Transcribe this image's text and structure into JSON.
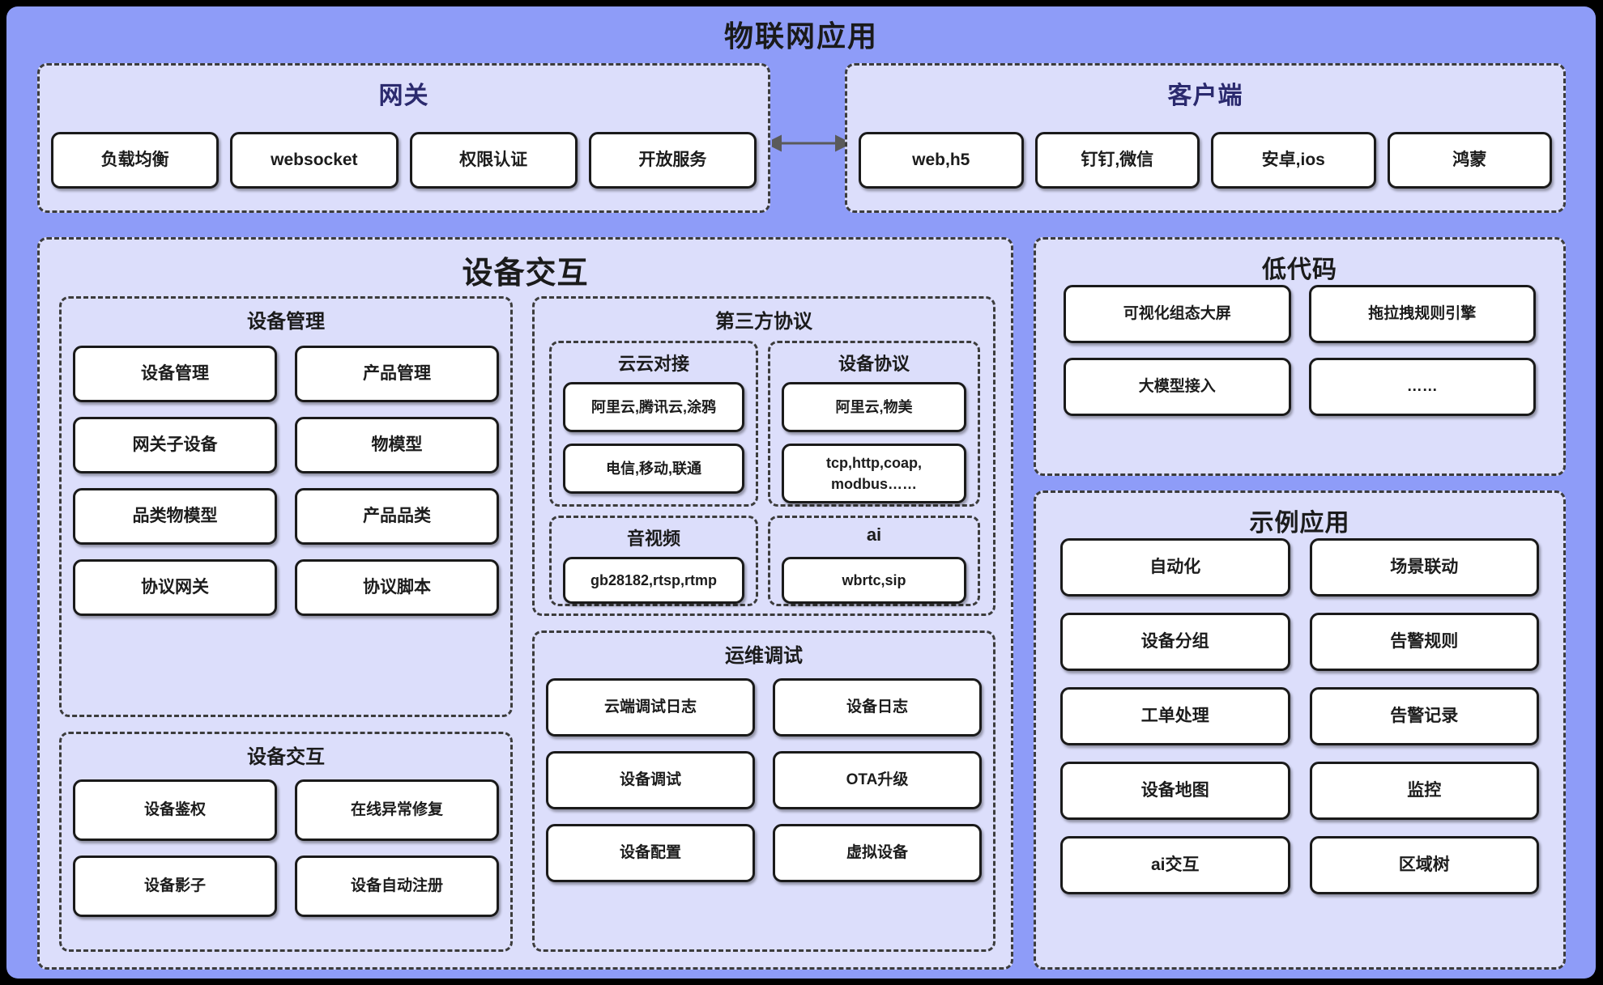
{
  "diagram": {
    "title": "物联网应用"
  },
  "gateway": {
    "title": "网关",
    "items": [
      "负载均衡",
      "websocket",
      "权限认证",
      "开放服务"
    ]
  },
  "client": {
    "title": "客户端",
    "items": [
      "web,h5",
      "钉钉,微信",
      "安卓,ios",
      "鸿蒙"
    ]
  },
  "connector": {
    "icon": "double-arrow-icon",
    "color": "#5a5a5a"
  },
  "device_interaction": {
    "title": "设备交互",
    "device_management": {
      "title": "设备管理",
      "items": [
        "设备管理",
        "产品管理",
        "网关子设备",
        "物模型",
        "品类物模型",
        "产品品类",
        "协议网关",
        "协议脚本"
      ]
    },
    "device_interact_sub": {
      "title": "设备交互",
      "items": [
        "设备鉴权",
        "在线异常修复",
        "设备影子",
        "设备自动注册"
      ]
    },
    "third_party": {
      "title": "第三方协议",
      "cloud_to_cloud": {
        "title": "云云对接",
        "items": [
          "阿里云,腾讯云,涂鸦",
          "电信,移动,联通"
        ]
      },
      "device_protocol": {
        "title": "设备协议",
        "items": [
          "阿里云,物美",
          "tcp,http,coap,\nmodbus……"
        ]
      },
      "audio_video": {
        "title": "音视频",
        "items": [
          "gb28182,rtsp,rtmp"
        ]
      },
      "ai": {
        "title": "ai",
        "items": [
          "wbrtc,sip"
        ]
      }
    },
    "ops_debug": {
      "title": "运维调试",
      "items": [
        "云端调试日志",
        "设备日志",
        "设备调试",
        "OTA升级",
        "设备配置",
        "虚拟设备"
      ]
    }
  },
  "lowcode": {
    "title": "低代码",
    "items": [
      "可视化组态大屏",
      "拖拉拽规则引擎",
      "大模型接入",
      "……"
    ]
  },
  "sample_apps": {
    "title": "示例应用",
    "items": [
      "自动化",
      "场景联动",
      "设备分组",
      "告警规则",
      "工单处理",
      "告警记录",
      "设备地图",
      "监控",
      "ai交互",
      "区域树"
    ]
  },
  "colors": {
    "outer_background": "#8e9cf8",
    "panel_background": "#dcdefb",
    "node_background": "#ffffff",
    "node_border": "#1a1a1a",
    "panel_border": "#3c3c3c",
    "title_color": "#1a1a1a",
    "subtitle_color": "#2b2a6e"
  }
}
